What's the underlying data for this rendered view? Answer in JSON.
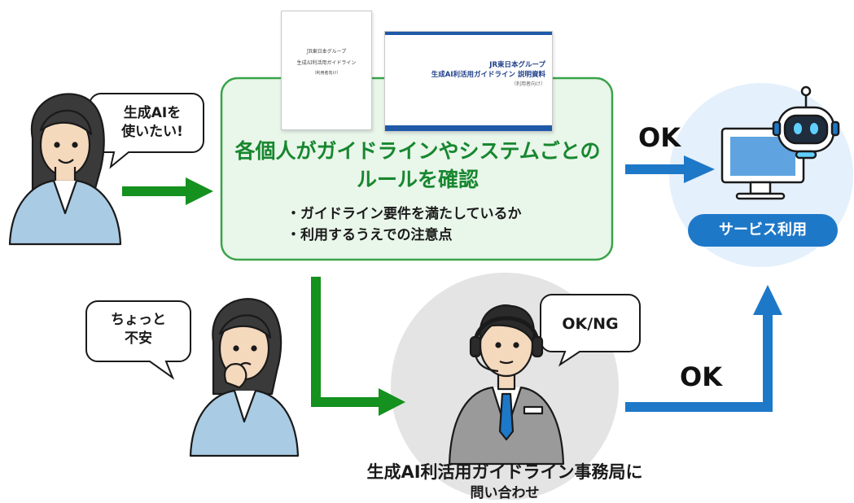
{
  "colors": {
    "green_arrow": "#14911e",
    "green_panel_bg": "#e9f6ea",
    "green_panel_border": "#3aa34a",
    "green_title": "#17872f",
    "blue_arrow": "#1e78c8",
    "service_circle": "#e4f0fb",
    "helpdesk_circle": "#e4e4e4"
  },
  "speech_bubbles": {
    "user_top": [
      "生成AIを",
      "使いたい!"
    ],
    "user_bottom": [
      "ちょっと",
      "不安"
    ],
    "operator": "OK/NG"
  },
  "guideline_panel": {
    "title_line1": "各個人がガイドラインやシステムごとの",
    "title_line2": "ルールを確認",
    "checks": [
      "ガイドライン要件を満たしているか",
      "利用するうえでの注意点"
    ]
  },
  "documents": {
    "left": {
      "line1": "JR東日本グループ",
      "line2": "生成AI利活用ガイドライン",
      "line3": "（利用者向け）"
    },
    "right": {
      "title1": "JR東日本グループ",
      "title2": "生成AI利活用ガイドライン 説明資料",
      "title3": "（利用者向け）"
    }
  },
  "labels": {
    "ok_top": "OK",
    "ok_bottom": "OK",
    "service": "サービス利用",
    "helpdesk_line1": "生成AI利活用ガイドライン事務局に",
    "helpdesk_line2": "問い合わせ"
  },
  "icons": [
    "woman-happy-icon",
    "woman-worried-icon",
    "operator-headset-icon",
    "robot-monitor-icon",
    "right-arrow-icon",
    "up-arrow-icon"
  ]
}
